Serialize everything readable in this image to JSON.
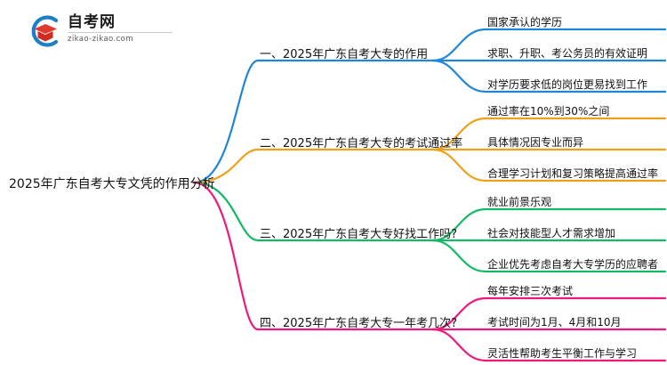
{
  "logo": {
    "name_cn": "自考网",
    "url": "zikao-zikao.com",
    "mark_icon": "graduation-cap-icon",
    "arc_color": "#1f7fc4",
    "cap_color": "#e03a2f"
  },
  "mindmap": {
    "central": {
      "label": "2025年广东自考大专文凭的作用分析"
    },
    "branches": [
      {
        "id": "branch-1",
        "color": "#1e86d6",
        "topic": "一、2025年广东自考大专的作用",
        "leaves": [
          "国家承认的学历",
          "求职、升职、考公务员的有效证明",
          "对学历要求低的岗位更易找到工作"
        ]
      },
      {
        "id": "branch-2",
        "color": "#eda019",
        "topic": "二、2025年广东自考大专的考试通过率",
        "leaves": [
          "通过率在10%到30%之间",
          "具体情况因专业而异",
          "合理学习计划和复习策略提高通过率"
        ]
      },
      {
        "id": "branch-3",
        "color": "#14b866",
        "topic": "三、2025年广东自考大专好找工作吗?",
        "leaves": [
          "就业前景乐观",
          "社会对技能型人才需求增加",
          "企业优先考虑自考大专学历的应聘者"
        ]
      },
      {
        "id": "branch-4",
        "color": "#ec1a7a",
        "topic": "四、2025年广东自考大专一年考几次?",
        "leaves": [
          "每年安排三次考试",
          "考试时间为1月、4月和10月",
          "灵活性帮助考生平衡工作与学习"
        ]
      }
    ]
  }
}
